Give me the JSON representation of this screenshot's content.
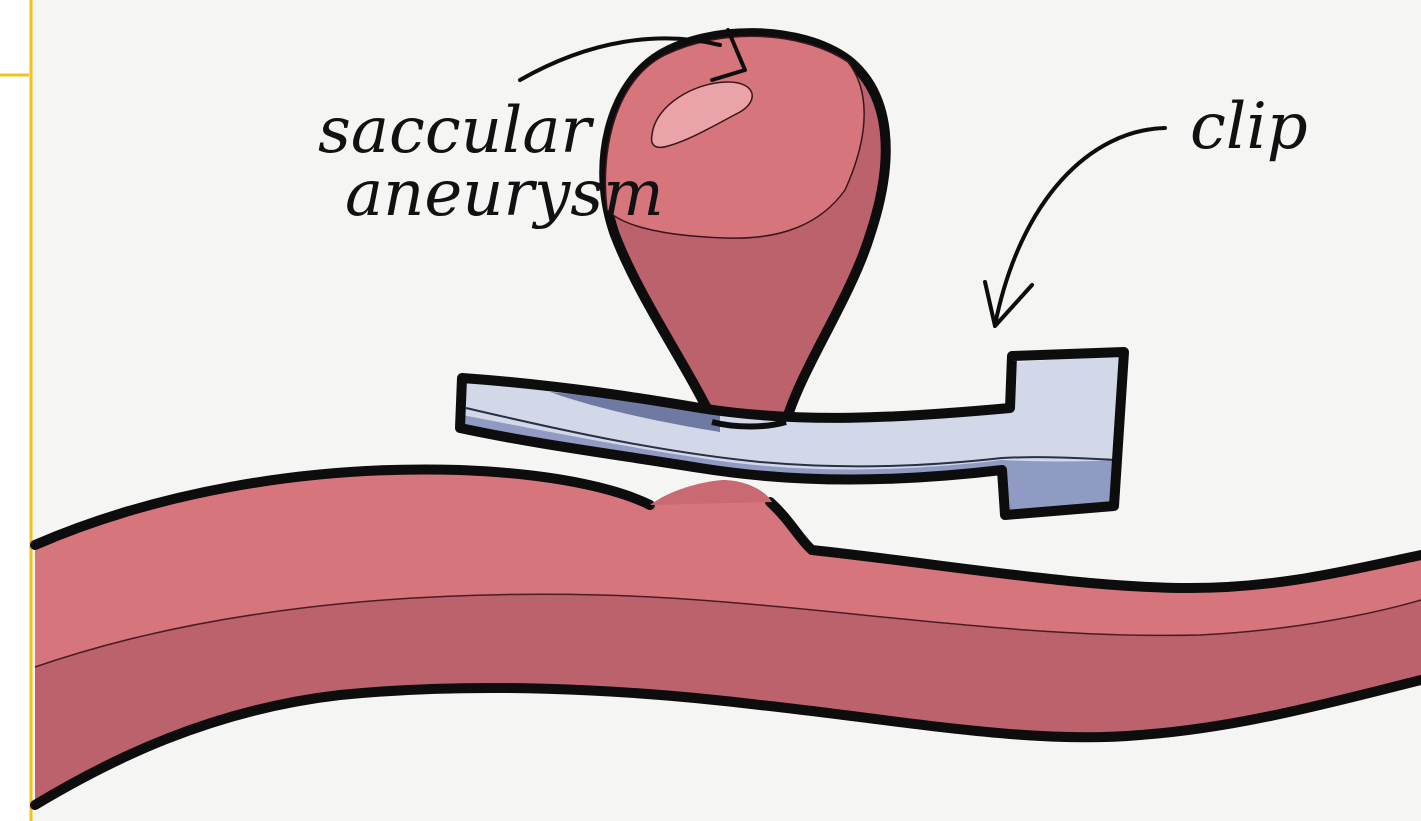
{
  "labels": {
    "aneurysm_line1": "saccular",
    "aneurysm_line2": "aneurysm",
    "clip": "clip"
  },
  "colors": {
    "background": "#f5f6f3",
    "frame_accent": "#f2c21b",
    "vessel_light": "#d7757d",
    "vessel_dark": "#bc626c",
    "aneurysm_highlight": "#eba3aa",
    "clip_light": "#d3d8e8",
    "clip_dark": "#8f9bc3",
    "outline": "#0d0d0d"
  }
}
